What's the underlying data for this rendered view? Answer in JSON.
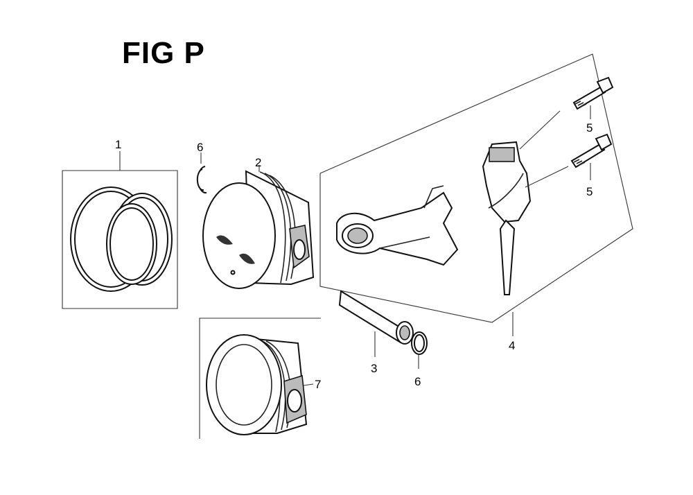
{
  "figure": {
    "title": "FIG P"
  },
  "callouts": [
    {
      "id": "c1",
      "label": "1"
    },
    {
      "id": "c6a",
      "label": "6"
    },
    {
      "id": "c2",
      "label": "2"
    },
    {
      "id": "c5a",
      "label": "5"
    },
    {
      "id": "c5b",
      "label": "5"
    },
    {
      "id": "c3",
      "label": "3"
    },
    {
      "id": "c6b",
      "label": "6"
    },
    {
      "id": "c4",
      "label": "4"
    },
    {
      "id": "c7",
      "label": "7"
    }
  ]
}
